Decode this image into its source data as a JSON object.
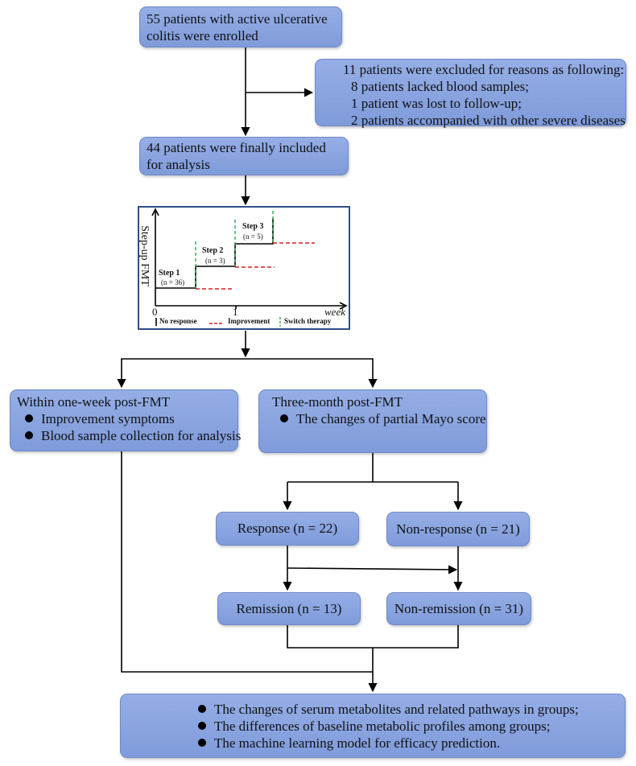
{
  "nodes": {
    "enrolled": {
      "lines": [
        "55 patients with active ulcerative",
        "colitis were enrolled"
      ]
    },
    "excluded": {
      "lines": [
        "11 patients were excluded for reasons as following:",
        "8 patients lacked blood samples;",
        "1 patient was lost to follow-up;",
        "2 patients accompanied with other severe diseases"
      ]
    },
    "included": {
      "lines": [
        "44 patients were finally included",
        "for analysis"
      ]
    },
    "within_week": {
      "title": "Within one-week post-FMT",
      "bullets": [
        "Improvement symptoms",
        "Blood sample collection for analysis"
      ]
    },
    "three_month": {
      "title": "Three-month post-FMT",
      "bullets": [
        "The changes of partial Mayo score"
      ]
    },
    "response": {
      "label": "Response (n = 22)"
    },
    "non_response": {
      "label": "Non-response (n = 21)"
    },
    "remission": {
      "label": "Remission (n = 13)"
    },
    "non_remission": {
      "label": "Non-remission (n = 31)"
    },
    "outcomes": {
      "bullets": [
        "The changes of serum metabolites and related pathways in groups;",
        "The differences of baseline metabolic profiles among groups;",
        "The machine learning model for efficacy prediction."
      ]
    }
  },
  "inset": {
    "ylabel": "Step-up FMT",
    "xlabel": "week",
    "ticks": [
      "0",
      "1"
    ],
    "steps": [
      {
        "name": "Step 1",
        "n": "(n = 36)"
      },
      {
        "name": "Step 2",
        "n": "(n = 3)"
      },
      {
        "name": "Step 3",
        "n": "(n = 5)"
      }
    ],
    "legend": [
      "No response",
      "Improvement",
      "Switch therapy"
    ],
    "colors": {
      "improvement": "#d42020",
      "switch": "#2fa84f",
      "axis": "#000000"
    }
  },
  "colors": {
    "box_fill": "#8aa5e0",
    "box_border": "#7088c8",
    "inset_border": "#2f4f86",
    "connector": "#000000"
  }
}
